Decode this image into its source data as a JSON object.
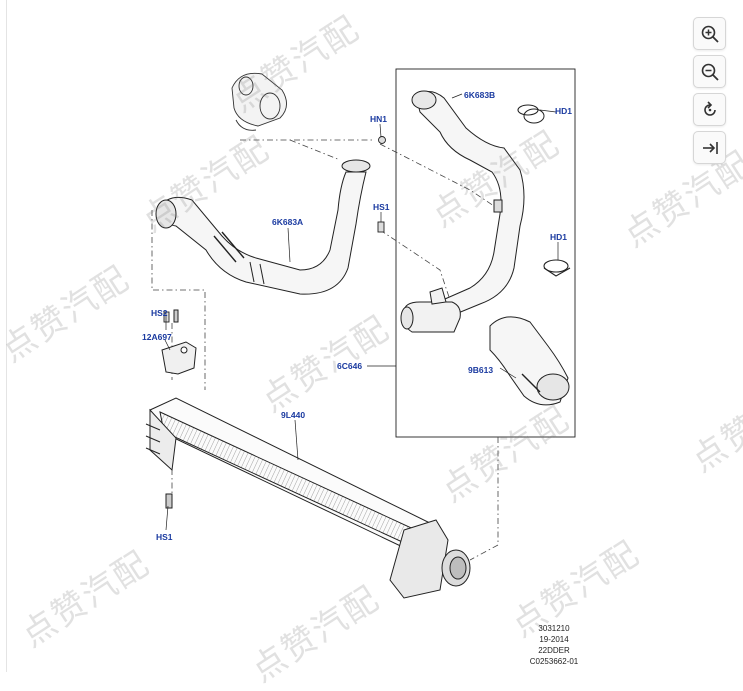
{
  "callouts": {
    "hose_upper_left": "6K683A",
    "hose_upper_right": "6K683B",
    "nut_hn1": "HN1",
    "clamp_hd1_top": "HD1",
    "screw_hs1_top": "HS1",
    "clamp_hd1_mid": "HD1",
    "screw_hs2": "HS2",
    "bracket": "12A697",
    "duct_assembly": "6C646",
    "hose_lower_right": "9B613",
    "intercooler": "9L440",
    "screw_hs1_bottom": "HS1"
  },
  "footer": {
    "line1": "3031210",
    "line2": "19-2014",
    "line3": "22DDER",
    "line4": "C0253662-01"
  },
  "watermark": {
    "text": "点赞汽配"
  },
  "toolbar": {
    "zoom_in": "zoom-in-icon",
    "zoom_out": "zoom-out-icon",
    "rotate": "rotate-icon",
    "fit": "fit-to-page-icon"
  },
  "colors": {
    "callout_text": "#1a3aa0",
    "watermark_icon": "#8fa3cc"
  }
}
